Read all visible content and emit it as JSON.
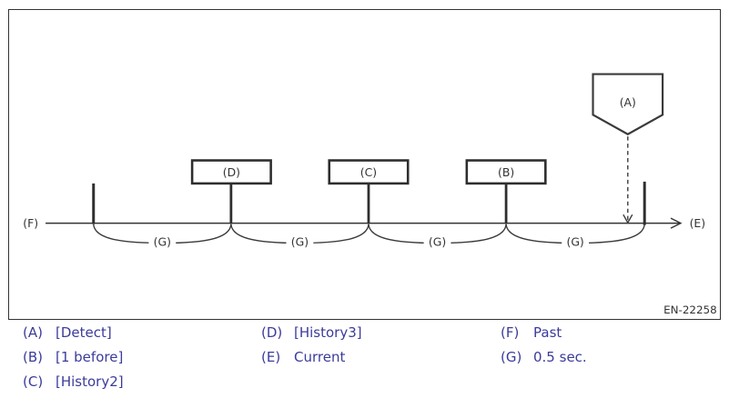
{
  "diagram": {
    "figure_code": "EN-22258",
    "marker_label": "(A)",
    "boxes": [
      {
        "label": "(D)"
      },
      {
        "label": "(C)"
      },
      {
        "label": "(B)"
      }
    ],
    "past_label": "(F)",
    "current_label": "(E)",
    "interval_label": "(G)"
  },
  "legend": {
    "items": [
      {
        "key": "(A)",
        "label": "[Detect]"
      },
      {
        "key": "(B)",
        "label": "[1 before]"
      },
      {
        "key": "(C)",
        "label": "[History2]"
      },
      {
        "key": "(D)",
        "label": "[History3]"
      },
      {
        "key": "(E)",
        "label": "Current"
      },
      {
        "key": "(F)",
        "label": "Past"
      },
      {
        "key": "(G)",
        "label": "0.5 sec."
      }
    ]
  },
  "colors": {
    "background": "#ffffff",
    "line": "#333333",
    "diagram_text": "#333333",
    "legend_text": "#3b3b9b"
  }
}
